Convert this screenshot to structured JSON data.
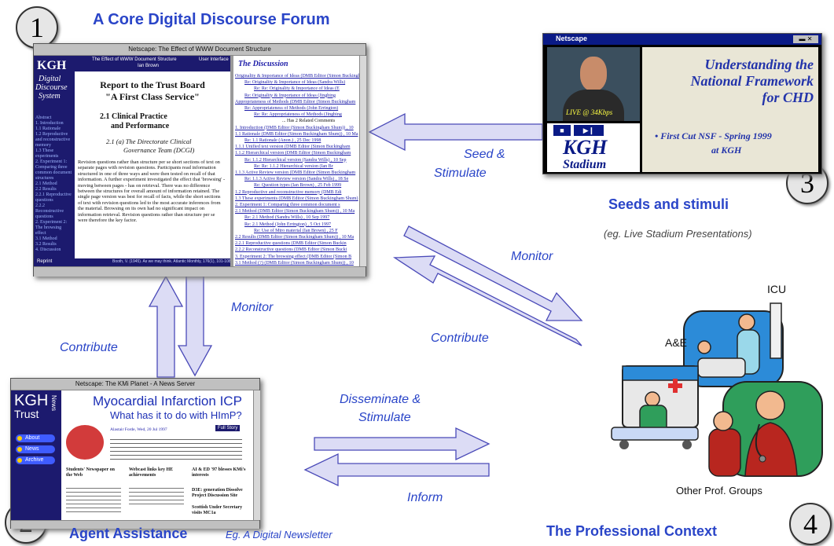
{
  "main_title": "A Core Digital Discourse Forum",
  "numbers": [
    "1",
    "2",
    "3",
    "4"
  ],
  "labels": {
    "seed_stimulate_1": "Seed &",
    "seed_stimulate_2": "Stimulate",
    "monitor_right": "Monitor",
    "contribute_right": "Contribute",
    "monitor_vertical": "Monitor",
    "contribute_vertical": "Contribute",
    "disseminate_1": "Disseminate &",
    "disseminate_2": "Stimulate",
    "inform": "Inform"
  },
  "seeds": {
    "title": "Seeds and stimuli",
    "subtitle": "(eg. Live Stadium Presentations)",
    "window_title": "Netscape",
    "live_label": "LIVE @ 34Kbps",
    "kgh": "KGH",
    "stadium": "Stadium",
    "heading_1": "Understanding the",
    "heading_2": "National Framework",
    "heading_3": "for CHD",
    "bullet_1": "• First Cut NSF - Spring 1999",
    "bullet_2": "at KGH"
  },
  "agent": {
    "title": "Agent Assistance",
    "subtitle": "Eg. A Digital Newsletter",
    "window_title": "Netscape: The KMi Planet - A News Server",
    "kgh": "KGH",
    "trust": "Trust",
    "news": "News",
    "headline_1": "Myocardial Infarction ICP",
    "headline_2": "What has it to do with HImP?",
    "nav": [
      "About",
      "News",
      "Archive"
    ],
    "full_story": "Full Story",
    "byline": "Alastair Forde, Wed, 20 Jul 1997",
    "col_titles": [
      "Students' Newspaper on the Web",
      "Webcast links key HE achievements",
      "AI & ED '97 blesses KMi's interests"
    ],
    "col_titles_2": [
      "D3E: generation Dissolve Project Discussion Site",
      "Scottish Under Secretary visits MC1a"
    ]
  },
  "forum": {
    "window_title": "Netscape: The Effect of WWW Document Structure",
    "kgh": "KGH",
    "digital": "Digital",
    "discourse": "Discourse",
    "system": "System",
    "header_doc": "The Effect of WWW Document Structure",
    "header_author": "Ian Brown",
    "header_ui": "User Interface",
    "report_1": "Report to the Trust Board",
    "report_2": "\"A First Class Service\"",
    "sec_1": "2.1 Clinical Practice",
    "sec_2": "and Performance",
    "sub_1": "2.1 (a) The Directorate Clinical",
    "sub_2": "Governance Team (DCGI)",
    "body": "Revision questions rather than structure per se short sections of text on separate pages with revision questions. Participants read information structured in one of three ways and were then tested on recall of that information. A further experiment investigated the effect that 'browsing' - moving between pages - has on retrieval. There was no difference between the structures for overall amount of information retained. The single page version was best for recall of facts, while the short sections of text with revision questions led to the most accurate inferences from the material. Browsing on its own had no significant impact on information retrieval. Revision questions rather than structure per se were therefore the key factor.",
    "citation": "Booth, V. (1945). As we may think. Atlantic Monthly, 176(1), 101-108.",
    "sidebar": [
      "Abstract",
      "1. Introduction",
      "1.1 Rationale",
      "1.2 Reproductive and reconstructive memory",
      "1.3 These experiments",
      "2. Experiment 1: Comparing three common document structures",
      "2.1 Method",
      "2.2 Results",
      "2.2.1 Reproductive questions",
      "2.2.2 Reconstructive questions",
      "2. Experiment 2: The browsing effect",
      "3.1 Method",
      "3.2 Results",
      "4. Discussion"
    ],
    "reprint": "Reprint",
    "discussion_title": "The Discussion",
    "threads": [
      "Originality & Importance of Ideas (DMB Editor (Simon Buckingham",
      "Re: Originality & Importance of Ideas (Sandra Wills)",
      "Re: Re: Originality & Importance of Ideas (E",
      "Re: Originality & Importance of Ideas (Jingbing",
      "Appropriateness of Methods (DMB Editor (Simon Buckingham",
      "Re: Appropriateness of Methods (John Errington)",
      "Re: Re: Appropriateness of Methods (Jingbing",
      "... Has 2 Related Comments",
      "1. Introduction (DMB Editor (Simon Buckingham Shum)) , 10",
      "1.1 Rationale (DMB Editor (Simon Buckingham Shum)) , 10 Ma",
      "Re: 1.1 Rationale (Anon.) , 25 Dec 1998",
      "1.1.1 Unified text version (DMB Editor (Simon Buckingham",
      "1.1.2 Hierarchical version (DMB Editor (Simon Buckingham",
      "Re: 1.1.2 Hierarchical version (Sandra Wills) , 10 Sep",
      "Re: Re: 1.1.2 Hierarchical version (Ian Br",
      "1.1.3 Active Review version (DMB Editor (Simon Buckingham",
      "Re: 1.1.3 Active Review version (Sandra Wills) , 18 Se",
      "Re: Question types (Ian Brown) , 25 Feb 1999",
      "1.2 Reproductive and reconstructive memory (DMB Edi",
      "1.3 These experiments (DMB Editor (Simon Buckingham Shum)",
      "2. Experiment 1: Comparing three common document s",
      "2.1 Method (DMB Editor (Simon Buckingham Shum)) , 10 Ma",
      "Re: 2.1 Method (Sandra Wills) , 10 Sep 1997",
      "Re: 2.1 Method (John Errington) , 5 Oct 1997",
      "Re: Use of Mtro material (Ian Brown) , 25 F",
      "2.2 Results (DMB Editor (Simon Buckingham Shum)) , 10 Ma",
      "2.2.1 Reproductive questions (DMB Editor (Simon Buckin",
      "2.2.2 Reconstructive questions (DMB Editor (Simon Bucki",
      "3. Experiment 2: The browsing effect (DMB Editor (Simon B",
      "3.1 Method (?) (DMB Editor (Simon Buckingham Shum)) , 10"
    ]
  },
  "context": {
    "title": "The Professional Context",
    "icu": "ICU",
    "ae": "A&E",
    "other": "Other Prof. Groups"
  }
}
